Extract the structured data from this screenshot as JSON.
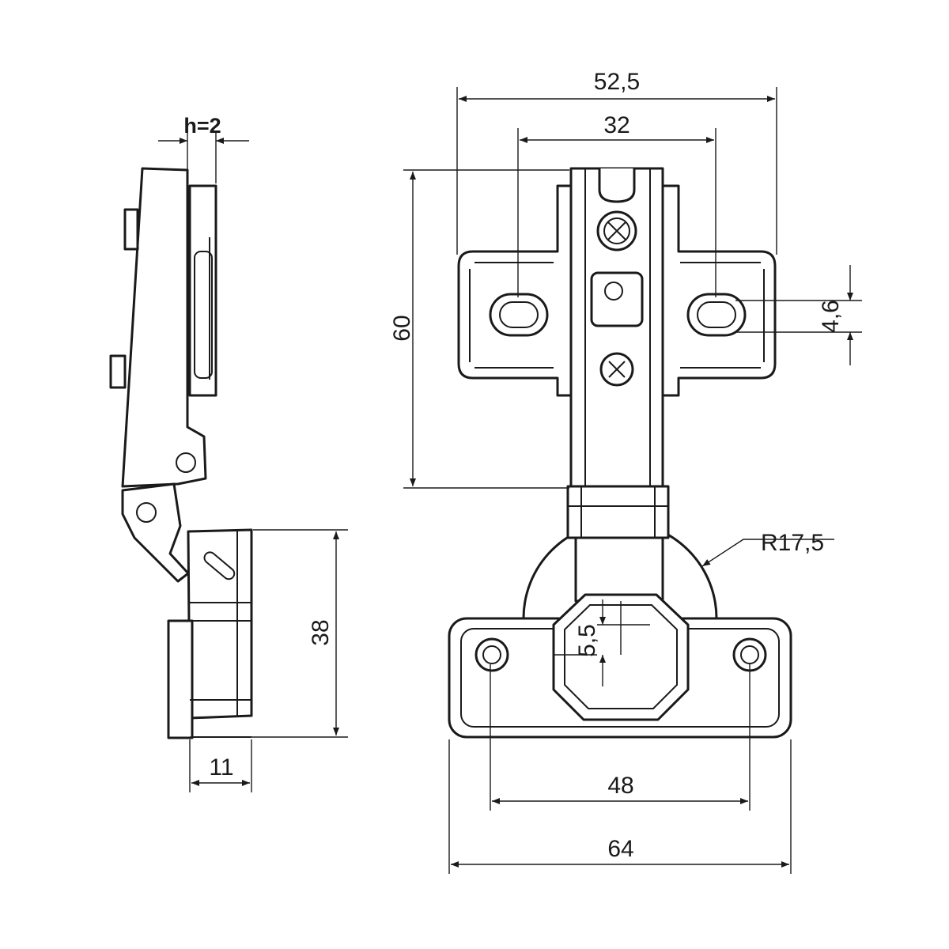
{
  "title": "Concealed hinge dimension drawing",
  "dimensions": {
    "overall_plate_width": "52,5",
    "plate_hole_spacing": "32",
    "plate_height": "60",
    "slot_height": "4,6",
    "cup_radius": "R17,5",
    "cup_offset": "5,5",
    "base_hole_spacing": "48",
    "base_width": "64",
    "side_height": "38",
    "side_depth": "11",
    "overlay": "h=2"
  },
  "colors": {
    "line": "#1a1a1a",
    "background": "#ffffff"
  }
}
